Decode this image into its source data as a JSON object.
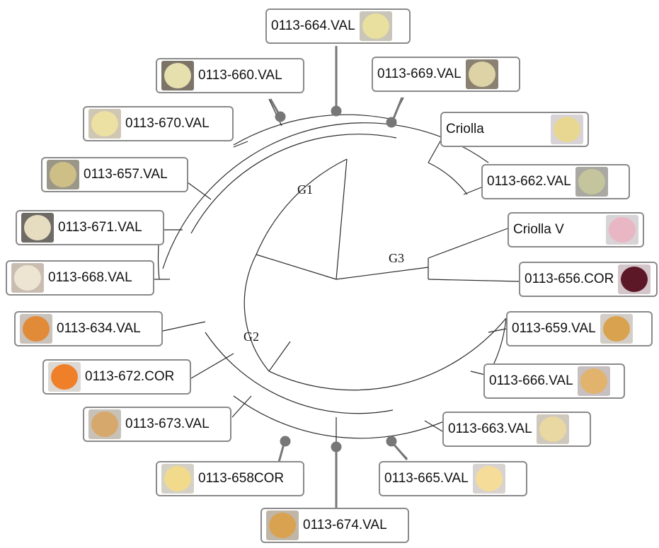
{
  "groups": {
    "g1": "G1",
    "g2": "G2",
    "g3": "G3"
  },
  "samples": [
    {
      "id": "s664",
      "label": "0113-664.VAL",
      "bg": "#c9c5b8",
      "flesh": "#e9df9e"
    },
    {
      "id": "s660",
      "label": "0113-660.VAL",
      "bg": "#7c7468",
      "flesh": "#e6dfae"
    },
    {
      "id": "s669",
      "label": "0113-669.VAL",
      "bg": "#8b8172",
      "flesh": "#ddd3a7"
    },
    {
      "id": "s670",
      "label": "0113-670.VAL",
      "bg": "#cfc6b4",
      "flesh": "#ece0a2"
    },
    {
      "id": "scriolla",
      "label": "Criolla",
      "bg": "#d8d3d6",
      "flesh": "#e7d790"
    },
    {
      "id": "s657",
      "label": "0113-657.VAL",
      "bg": "#9b9788",
      "flesh": "#cdbf86"
    },
    {
      "id": "s662",
      "label": "0113-662.VAL",
      "bg": "#a9a8a2",
      "flesh": "#c4c59c"
    },
    {
      "id": "s671",
      "label": "0113-671.VAL",
      "bg": "#6e6a66",
      "flesh": "#e6dcc0"
    },
    {
      "id": "scriollav",
      "label": "Criolla V",
      "bg": "#d8d3d6",
      "flesh": "#e9b6c3"
    },
    {
      "id": "s668",
      "label": "0113-668.VAL",
      "bg": "#c9bdb2",
      "flesh": "#eee4d2"
    },
    {
      "id": "s656",
      "label": "0113-656.COR",
      "bg": "#d3c6cb",
      "flesh": "#5d1828"
    },
    {
      "id": "s634",
      "label": "0113-634.VAL",
      "bg": "#c8c2bb",
      "flesh": "#e18a38"
    },
    {
      "id": "s659",
      "label": "0113-659.VAL",
      "bg": "#d2cdc6",
      "flesh": "#d9a24e"
    },
    {
      "id": "s672",
      "label": "0113-672.COR",
      "bg": "#dcd8d3",
      "flesh": "#f07f2a"
    },
    {
      "id": "s666",
      "label": "0113-666.VAL",
      "bg": "#c8bfc0",
      "flesh": "#e1b36c"
    },
    {
      "id": "s673",
      "label": "0113-673.VAL",
      "bg": "#c7c1b8",
      "flesh": "#d6a86b"
    },
    {
      "id": "s663",
      "label": "0113-663.VAL",
      "bg": "#cfc8bd",
      "flesh": "#ead8a2"
    },
    {
      "id": "s658",
      "label": "0113-658COR",
      "bg": "#d4d0c6",
      "flesh": "#f1da8c"
    },
    {
      "id": "s665",
      "label": "0113-665.VAL",
      "bg": "#d8d3d0",
      "flesh": "#f5dc98"
    },
    {
      "id": "s674",
      "label": "0113-674.VAL",
      "bg": "#bfb6a8",
      "flesh": "#d9a251"
    }
  ]
}
